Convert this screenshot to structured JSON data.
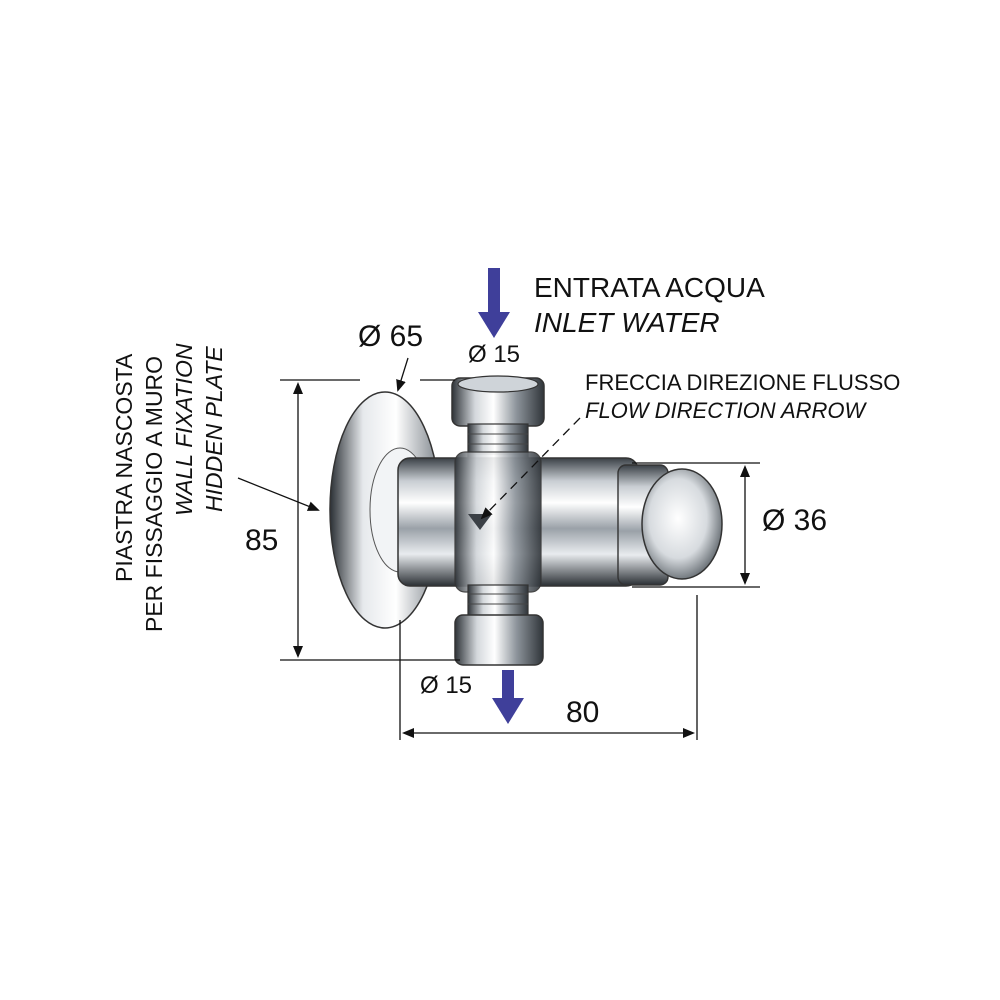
{
  "inlet": {
    "label_it": "ENTRATA ACQUA",
    "label_en": "INLET  WATER",
    "diameter": "Ø 15"
  },
  "flow_arrow_note": {
    "label_it": "FRECCIA DIREZIONE FLUSSO",
    "label_en": "FLOW DIRECTION ARROW"
  },
  "plate": {
    "label_it_1": "PIASTRA NASCOSTA",
    "label_it_2": "PER FISSAGGIO A MURO",
    "label_en_1": "WALL FIXATION",
    "label_en_2": "HIDDEN PLATE",
    "diameter": "Ø 65"
  },
  "dimensions": {
    "height": "85",
    "length": "80",
    "button_diameter": "Ø 36"
  },
  "outlet": {
    "diameter": "Ø 15"
  },
  "colors": {
    "arrow": "#3f3f9a",
    "line": "#111111",
    "chrome_light": "#f4f6f8",
    "chrome_dark": "#2c3238"
  }
}
